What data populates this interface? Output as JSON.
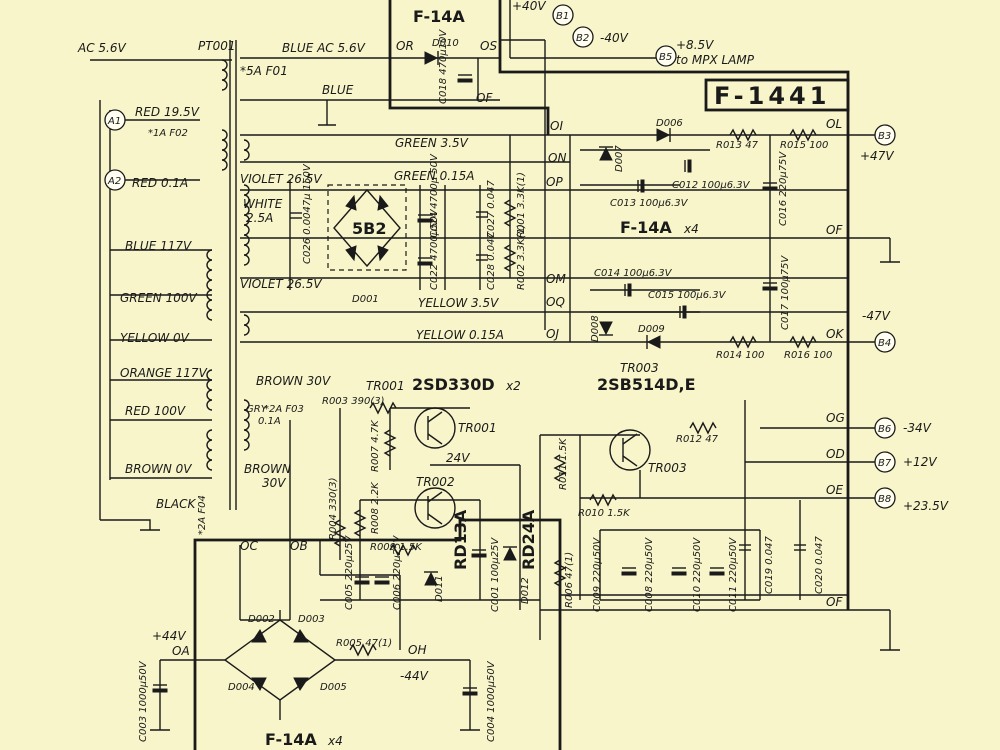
{
  "title": "F-1441",
  "boards": {
    "top": "F-14A",
    "middle": "F-14A",
    "middle_mult": "x4",
    "bottom": "F-14A",
    "bottom_mult": "x4"
  },
  "transformer": {
    "name": "PT001",
    "left_labels": [
      "AC 5.6V",
      "RED 19.5V",
      "RED 0.1A",
      "BLUE 117V",
      "GREEN 100V",
      "YELLOW 0V",
      "ORANGE 117V",
      "RED 100V",
      "BROWN 0V",
      "BLACK"
    ],
    "sec_labels": [
      "BLUE AC 5.6V",
      "BLUE",
      "GREEN 3.5V",
      "VIOLET 26.5V",
      "WHITE",
      "2.5A",
      "VIOLET 26.5V",
      "YELLOW 3.5V",
      "YELLOW 0.15A",
      "GREEN 0.15A",
      "BROWN 30V",
      "GRY",
      "0.1A",
      "BROWN",
      "30V"
    ],
    "fuses": [
      "*5A F01",
      "*1A F02",
      "*2A F03",
      "*2A F04"
    ]
  },
  "lines": {
    "top_a": "+40V",
    "top_b": "-40V",
    "mpx_v": "+8.5V",
    "mpx_t": "to MPX LAMP"
  },
  "terminals": [
    "A1",
    "A2",
    "B1",
    "B2",
    "B5",
    "B3",
    "B4",
    "B6",
    "B7",
    "B8"
  ],
  "node_labels": [
    "OR",
    "OS",
    "OF",
    "OI",
    "ON",
    "OP",
    "OM",
    "OQ",
    "OJ",
    "OL",
    "OF",
    "OK",
    "OG",
    "OD",
    "OE",
    "OF",
    "OA",
    "OH",
    "OC",
    "OB"
  ],
  "outputs": [
    "+47V",
    "-47V",
    "-34V",
    "+12V",
    "+23.5V",
    "+44V",
    "-44V"
  ],
  "parts": {
    "top": [
      "D010",
      "C018 470μ10V"
    ],
    "bridge": [
      "5B2",
      "C026 0.0047μ 150V",
      "C024 4700μ 50V",
      "C027 0.047",
      "R001 3.3K(1)",
      "C022 4700μ50V",
      "C028 0.047",
      "R002 3.3K(1)",
      "D001"
    ],
    "right": [
      "D006",
      "D007",
      "R013 47",
      "R015 100",
      "C012 100μ6.3V",
      "C013 100μ6.3V",
      "C016 220μ75V",
      "C014 100μ6.3V",
      "C015 100μ6.3V",
      "C017 100μ75V",
      "D008",
      "D009",
      "R014 100",
      "R016 100"
    ],
    "reg": [
      "TR001",
      "2SD330D",
      "x2",
      "TR003",
      "2SB514D,E",
      "R003 390(3)",
      "R007 4.7K",
      "24V",
      "TR002",
      "R004 330(3)",
      "R008 2.2K",
      "R009 1.5K",
      "RD13A",
      "RD24A",
      "R011 1.5K",
      "R010 1.5K",
      "R012 47",
      "C005 220μ25V",
      "C006 220μ25V",
      "D011",
      "C001 100μ25V",
      "D012",
      "R006 47(1)",
      "C009 220μ50V",
      "C008 220μ50V",
      "C010 220μ50V",
      "C011 220μ50V",
      "C019 0.047",
      "C020 0.047"
    ],
    "bottom": [
      "D002",
      "D003",
      "D004",
      "D005",
      "R005 47(1)",
      "C003 1000μ50V",
      "C004 1000μ50V"
    ]
  }
}
